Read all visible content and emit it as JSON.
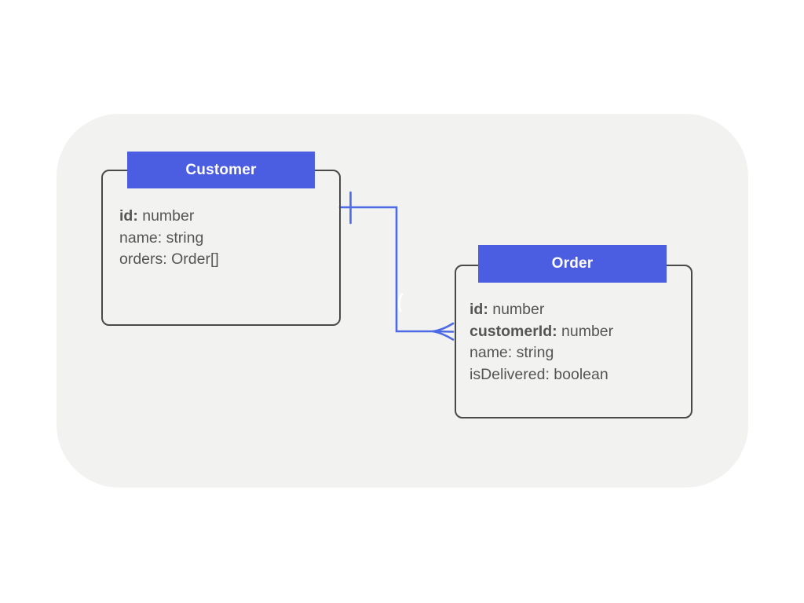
{
  "diagram": {
    "type": "entity-relationship",
    "colors": {
      "page_bg": "#ffffff",
      "canvas_bg": "#f2f2f1",
      "header_bg": "#4b5ee2",
      "header_text": "#ffffff",
      "box_border": "#4a4a4a",
      "field_text": "#555555",
      "connector": "#4d6ae6"
    },
    "entities": [
      {
        "name": "Customer",
        "fields": [
          {
            "key": "id",
            "type": "number",
            "bold": true
          },
          {
            "key": "name",
            "type": "string",
            "bold": false
          },
          {
            "key": "orders",
            "type": "Order[]",
            "bold": false
          }
        ]
      },
      {
        "name": "Order",
        "fields": [
          {
            "key": "id",
            "type": "number",
            "bold": true
          },
          {
            "key": "customerId",
            "type": "number",
            "bold": true
          },
          {
            "key": "name",
            "type": "string",
            "bold": false
          },
          {
            "key": "isDelivered",
            "type": "boolean",
            "bold": false
          }
        ]
      }
    ],
    "relationship": {
      "from": "Customer",
      "to": "Order",
      "from_cardinality": "one",
      "to_cardinality": "many"
    }
  }
}
